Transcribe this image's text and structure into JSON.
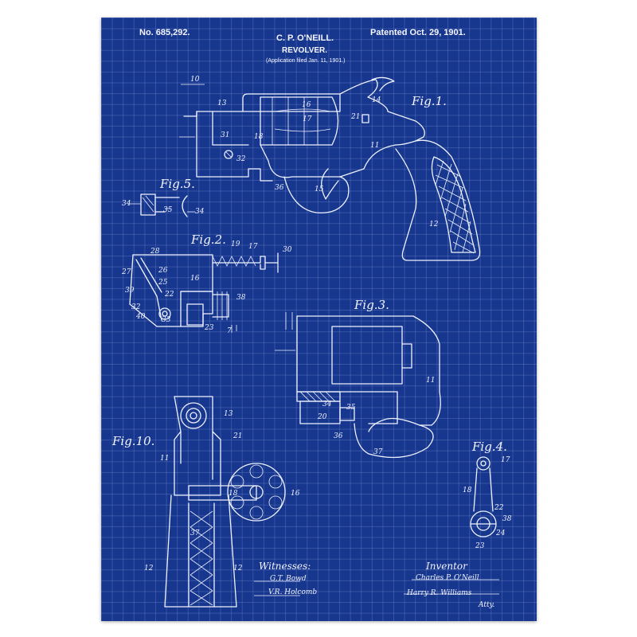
{
  "header": {
    "patent_number": "No. 685,292.",
    "patent_date": "Patented Oct. 29, 1901.",
    "inventor_name": "C. P. O'NEILL.",
    "title": "REVOLVER.",
    "application": "(Application filed Jan. 11, 1901.)"
  },
  "figures": {
    "fig1": "Fig.1.",
    "fig2": "Fig.2.",
    "fig3": "Fig.3.",
    "fig4": "Fig.4.",
    "fig5": "Fig.5.",
    "fig10": "Fig.10."
  },
  "signatures": {
    "witnesses_label": "Witnesses:",
    "witness1": "G.T. Bowd",
    "witness2": "V.R. Holcomb",
    "inventor_label": "Inventor",
    "inventor_sig1": "Charles P. O'Neill",
    "inventor_sig2": "Harry R. Williams",
    "attorney": "Atty."
  },
  "reference_numbers": {
    "fig1": [
      "10",
      "13",
      "16",
      "14",
      "17",
      "21",
      "31",
      "18",
      "11",
      "32",
      "36",
      "15",
      "12"
    ],
    "fig2": [
      "28",
      "19",
      "17",
      "30",
      "27",
      "26",
      "16",
      "25",
      "22",
      "39",
      "38",
      "40",
      "33",
      "23",
      "7"
    ],
    "fig3": [
      "11",
      "34",
      "35",
      "20",
      "36",
      "37"
    ],
    "fig4": [
      "17",
      "18",
      "22",
      "38",
      "24",
      "23"
    ],
    "fig5": [
      "34",
      "35",
      "34"
    ],
    "fig10": [
      "13",
      "21",
      "11",
      "18",
      "16",
      "37",
      "12",
      "12"
    ]
  },
  "colors": {
    "paper": "#17368e",
    "ink": "#eef2ff",
    "frame": "#ffffff"
  }
}
